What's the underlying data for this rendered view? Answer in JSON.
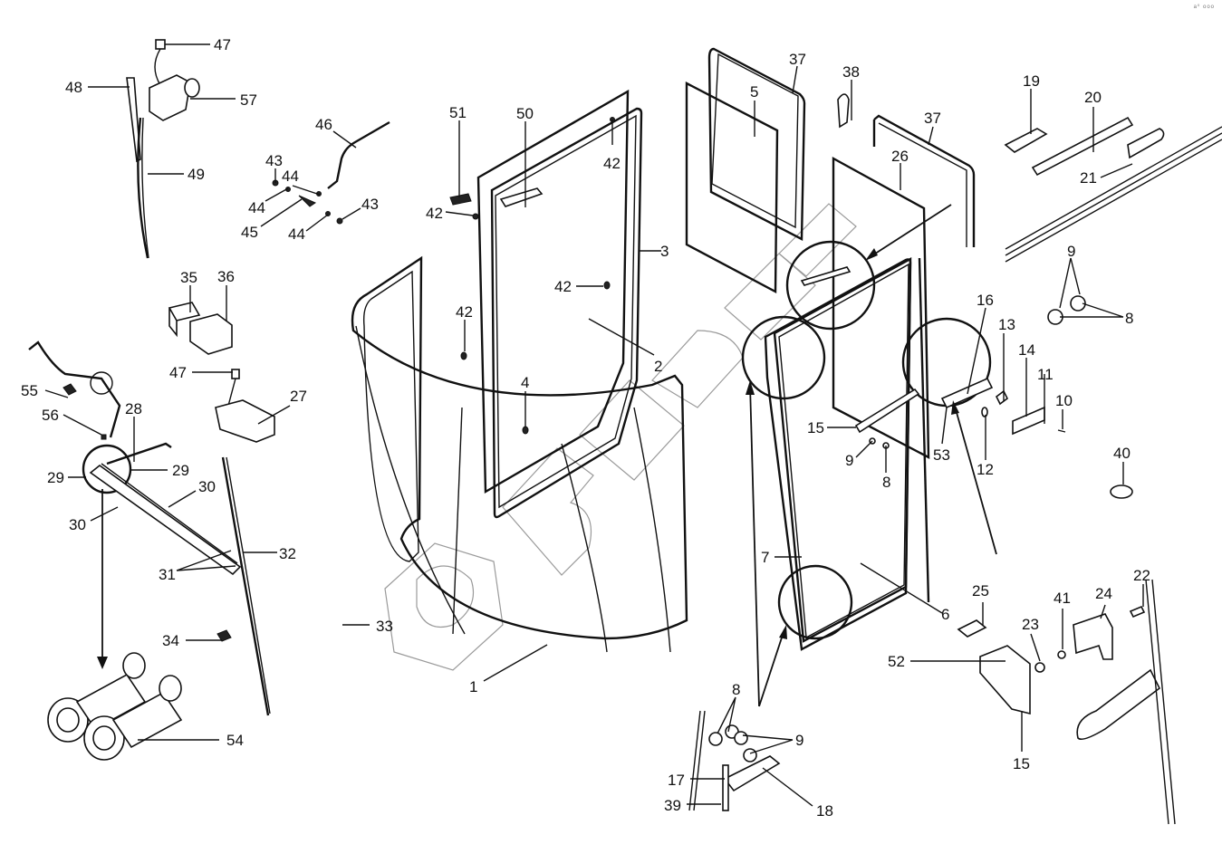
{
  "diagram": {
    "title": "Cab glazing, doors and wiper assembly — exploded parts view",
    "corner_mark": "a⁰ ooo",
    "watermark": "БИВОЙ",
    "colors": {
      "line": "#111111",
      "watermark": "#9a9a9a",
      "background": "#ffffff"
    }
  },
  "callouts": [
    {
      "id": "c47a",
      "label": "47"
    },
    {
      "id": "c48",
      "label": "48"
    },
    {
      "id": "c57",
      "label": "57"
    },
    {
      "id": "c49",
      "label": "49"
    },
    {
      "id": "c46",
      "label": "46"
    },
    {
      "id": "c43a",
      "label": "43"
    },
    {
      "id": "c44a",
      "label": "44"
    },
    {
      "id": "c44b",
      "label": "44"
    },
    {
      "id": "c45",
      "label": "45"
    },
    {
      "id": "c44c",
      "label": "44"
    },
    {
      "id": "c43b",
      "label": "43"
    },
    {
      "id": "c51",
      "label": "51"
    },
    {
      "id": "c50",
      "label": "50"
    },
    {
      "id": "c42a",
      "label": "42"
    },
    {
      "id": "c42b",
      "label": "42"
    },
    {
      "id": "c3",
      "label": "3"
    },
    {
      "id": "c42c",
      "label": "42"
    },
    {
      "id": "c42d",
      "label": "42"
    },
    {
      "id": "c2",
      "label": "2"
    },
    {
      "id": "c4",
      "label": "4"
    },
    {
      "id": "c37a",
      "label": "37"
    },
    {
      "id": "c5",
      "label": "5"
    },
    {
      "id": "c38",
      "label": "38"
    },
    {
      "id": "c37b",
      "label": "37"
    },
    {
      "id": "c26",
      "label": "26"
    },
    {
      "id": "c19",
      "label": "19"
    },
    {
      "id": "c20",
      "label": "20"
    },
    {
      "id": "c21",
      "label": "21"
    },
    {
      "id": "c9a",
      "label": "9"
    },
    {
      "id": "c8a",
      "label": "8"
    },
    {
      "id": "c35",
      "label": "35"
    },
    {
      "id": "c36",
      "label": "36"
    },
    {
      "id": "c47b",
      "label": "47"
    },
    {
      "id": "c27",
      "label": "27"
    },
    {
      "id": "c55",
      "label": "55"
    },
    {
      "id": "c56",
      "label": "56"
    },
    {
      "id": "c28",
      "label": "28"
    },
    {
      "id": "c29a",
      "label": "29"
    },
    {
      "id": "c29b",
      "label": "29"
    },
    {
      "id": "c30a",
      "label": "30"
    },
    {
      "id": "c30b",
      "label": "30"
    },
    {
      "id": "c31",
      "label": "31"
    },
    {
      "id": "c32",
      "label": "32"
    },
    {
      "id": "c34",
      "label": "34"
    },
    {
      "id": "c54",
      "label": "54"
    },
    {
      "id": "c33",
      "label": "33"
    },
    {
      "id": "c1",
      "label": "1"
    },
    {
      "id": "c16",
      "label": "16"
    },
    {
      "id": "c13",
      "label": "13"
    },
    {
      "id": "c14",
      "label": "14"
    },
    {
      "id": "c11",
      "label": "11"
    },
    {
      "id": "c10",
      "label": "10"
    },
    {
      "id": "c15a",
      "label": "15"
    },
    {
      "id": "c9b",
      "label": "9"
    },
    {
      "id": "c8b",
      "label": "8"
    },
    {
      "id": "c53",
      "label": "53"
    },
    {
      "id": "c12",
      "label": "12"
    },
    {
      "id": "c40",
      "label": "40"
    },
    {
      "id": "c7",
      "label": "7"
    },
    {
      "id": "c6",
      "label": "6"
    },
    {
      "id": "c25",
      "label": "25"
    },
    {
      "id": "c23",
      "label": "23"
    },
    {
      "id": "c41",
      "label": "41"
    },
    {
      "id": "c24",
      "label": "24"
    },
    {
      "id": "c22",
      "label": "22"
    },
    {
      "id": "c52",
      "label": "52"
    },
    {
      "id": "c15b",
      "label": "15"
    },
    {
      "id": "c8c",
      "label": "8"
    },
    {
      "id": "c9c",
      "label": "9"
    },
    {
      "id": "c17",
      "label": "17"
    },
    {
      "id": "c39",
      "label": "39"
    },
    {
      "id": "c18",
      "label": "18"
    }
  ]
}
